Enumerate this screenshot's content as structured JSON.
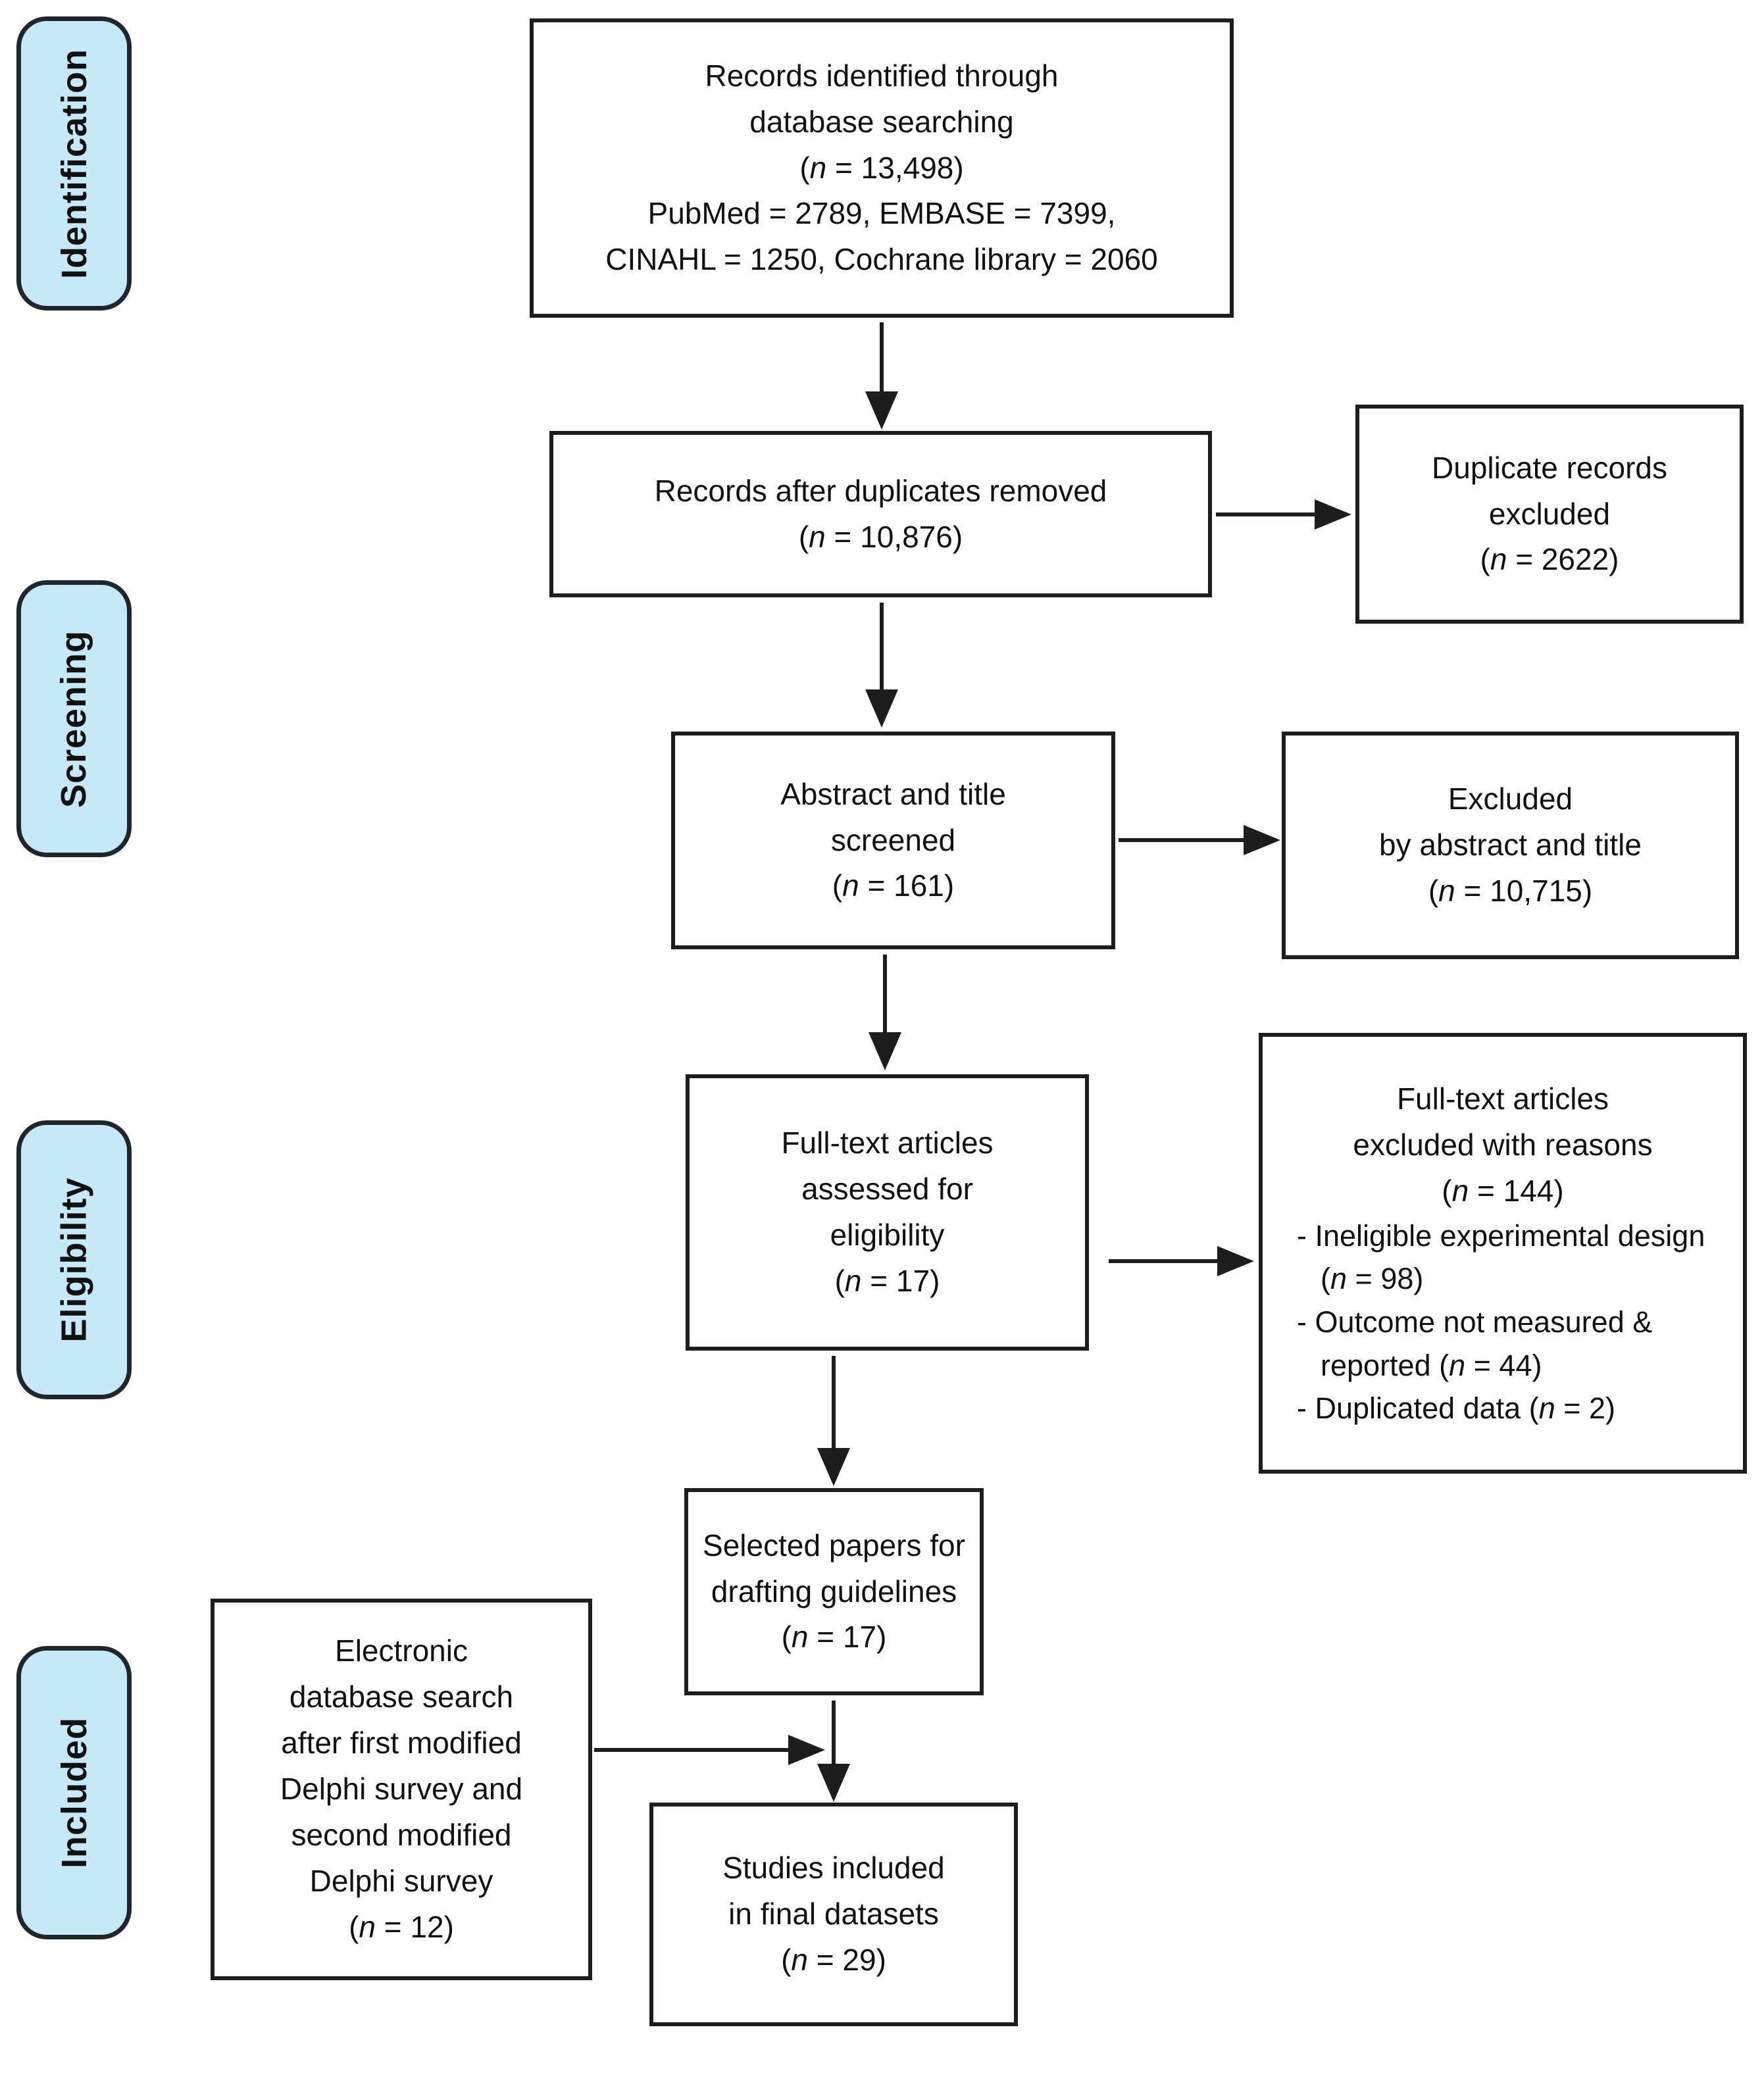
{
  "figure": {
    "background": "#ffffff",
    "band_fill": "#c6e8f7",
    "band_border": "#20262b",
    "line_color": "#1d1d1d",
    "text_color": "#111111"
  },
  "stages": [
    {
      "label": "Identification"
    },
    {
      "label": "Screening"
    },
    {
      "label": "Eligibility"
    },
    {
      "label": "Included"
    }
  ],
  "boxes": {
    "identified": {
      "lines": [
        "Records identified through",
        "database searching",
        "(n = 13,498)",
        "PubMed = 2789, EMBASE = 7399,",
        "CINAHL = 1250, Cochrane library = 2060"
      ]
    },
    "after_duplicates": {
      "lines": [
        "Records after duplicates removed",
        "(n = 10,876)"
      ]
    },
    "screened": {
      "lines": [
        "Abstract and title",
        "screened",
        "(n = 161)"
      ]
    },
    "fulltext_assessed": {
      "lines": [
        "Full-text articles",
        "assessed for",
        "eligibility",
        "(n = 17)"
      ]
    },
    "selected_papers": {
      "lines": [
        "Selected papers for",
        "drafting guidelines",
        "(n = 17)"
      ]
    },
    "studies_included": {
      "lines": [
        "Studies included",
        "in final datasets",
        "(n = 29)"
      ]
    },
    "duplicates_excluded": {
      "lines": [
        "Duplicate records",
        "excluded",
        "(n = 2622)"
      ]
    },
    "excluded_abstract_title": {
      "lines": [
        "Excluded",
        "by abstract and title",
        "(n = 10,715)"
      ]
    },
    "fulltext_excluded": {
      "title_lines": [
        "Full-text articles",
        "excluded with reasons",
        "(n = 144)"
      ],
      "reasons": [
        "- Ineligible experimental design (n = 98)",
        "- Outcome not measured & reported (n = 44)",
        "- Duplicated data (n = 2)"
      ]
    },
    "delphi_search": {
      "lines": [
        "Electronic",
        "database search",
        "after first modified",
        "Delphi survey and",
        "second modified",
        "Delphi survey",
        "(n = 12)"
      ]
    }
  }
}
